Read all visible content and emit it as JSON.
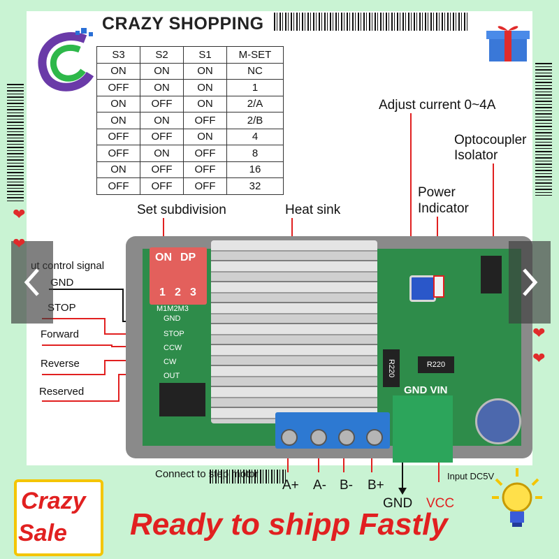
{
  "brand": {
    "name": "CRAZY SHOPPING",
    "logo_icon": "swirl-logo-icon",
    "gift_icon": "gift-box-icon"
  },
  "table": {
    "headers": [
      "S3",
      "S2",
      "S1",
      "M-SET"
    ],
    "rows": [
      [
        "ON",
        "ON",
        "ON",
        "NC"
      ],
      [
        "OFF",
        "ON",
        "ON",
        "1"
      ],
      [
        "ON",
        "OFF",
        "ON",
        "2/A"
      ],
      [
        "ON",
        "ON",
        "OFF",
        "2/B"
      ],
      [
        "OFF",
        "OFF",
        "ON",
        "4"
      ],
      [
        "OFF",
        "ON",
        "OFF",
        "8"
      ],
      [
        "ON",
        "OFF",
        "OFF",
        "16"
      ],
      [
        "OFF",
        "OFF",
        "OFF",
        "32"
      ]
    ]
  },
  "labels": {
    "set_subdivision": "Set subdivision",
    "heat_sink": "Heat sink",
    "adjust_current": "Adjust current 0~4A",
    "optocoupler_1": "Optocoupler",
    "optocoupler_2": "Isolator",
    "power_1": "Power",
    "power_2": "Indicator",
    "input_control": "ut control signal",
    "gnd": "GND",
    "stop": "STOP",
    "forward": "Forward",
    "reverse": "Reverse",
    "reserved": "Reserved",
    "connect_motor": "Connect to step motor",
    "a_plus": "A+",
    "a_minus": "A-",
    "b_minus": "B-",
    "b_plus": "B+",
    "gnd_bottom": "GND",
    "vcc_bottom": "VCC",
    "input_dc": "Input DC5V"
  },
  "board": {
    "dip_on": "ON",
    "dip_dp": "DP",
    "dip_nums": [
      "1",
      "2",
      "3"
    ],
    "pins_header": "M1M2M3",
    "pins": [
      "GND",
      "STOP",
      "CCW",
      "CW",
      "OUT"
    ],
    "r220": "R220",
    "gnd_vin": "GND VIN"
  },
  "nav": {
    "prev_icon": "chevron-left-icon",
    "next_icon": "chevron-right-icon"
  },
  "promo": {
    "crazy": "Crazy",
    "sale": "Sale",
    "banner": "Ready to shipp Fastly",
    "bulb_icon": "light-bulb-icon"
  },
  "colors": {
    "frame": "#c9f3d3",
    "accent_red": "#e12020",
    "pcb_green": "#2e8c4a",
    "badge_yellow": "#f4c500"
  }
}
